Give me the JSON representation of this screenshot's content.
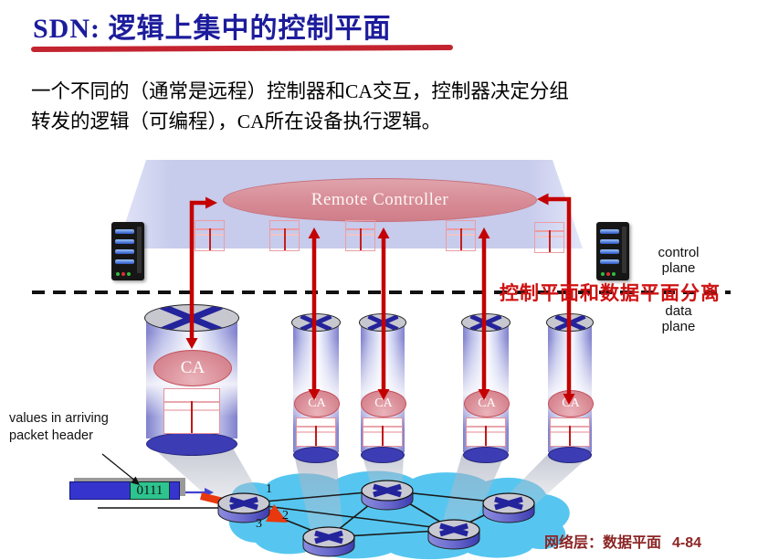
{
  "title": "SDN: 逻辑上集中的控制平面",
  "intro": {
    "line1": "一个不同的（通常是远程）控制器和CA交互，控制器决定分组",
    "line2": "转发的逻辑（可编程），CA所在设备执行逻辑。"
  },
  "controller": {
    "label": "Remote Controller"
  },
  "switches": {
    "ca_label": "CA"
  },
  "plane_labels": {
    "control": {
      "line1": "control",
      "line2": "plane"
    },
    "data": {
      "line1": "data",
      "line2": "plane"
    }
  },
  "separation_note": "控制平面和数据平面分离",
  "packet": {
    "label_line1": "values in arriving",
    "label_line2": "packet header",
    "value": "0111"
  },
  "ports": [
    "1",
    "2",
    "3"
  ],
  "footer": {
    "label": "网络层：数据平面",
    "page": "4-84"
  },
  "colors": {
    "title_blue": "#1c1c9c",
    "underline_red": "#c32430",
    "controller_rose": "#d78b95",
    "plane_lavender": "#c7cbec",
    "arrow_red": "#c40000",
    "packet_path_red": "#e8380d",
    "cloud_cyan": "#56c6f0",
    "packet_blue": "#3535cd",
    "packet_green": "#2ec48f",
    "separation_red": "#cf1212",
    "footer_maroon": "#8b2424"
  }
}
